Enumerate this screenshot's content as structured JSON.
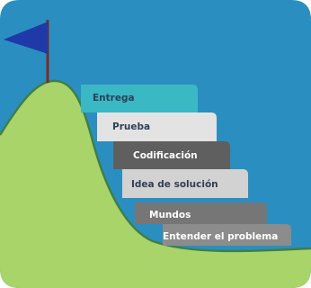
{
  "colors": {
    "sky": "#2a8fc0",
    "hill": "#a8d46a",
    "hill_outline": "#3f7f46",
    "flag": "#1f3aa8",
    "flag_pole": "#7a2b2b"
  },
  "steps": [
    {
      "label": "Entender el problema",
      "fill": "#8c8c8c",
      "text_color": "#ffffff"
    },
    {
      "label": "Mundos",
      "fill": "#767676",
      "text_color": "#ffffff"
    },
    {
      "label": "Idea de solución",
      "fill": "#d2d2d2",
      "text_color": "#2f3f56"
    },
    {
      "label": "Codificación",
      "fill": "#5f5f5f",
      "text_color": "#ffffff"
    },
    {
      "label": "Prueba",
      "fill": "#e3e3e3",
      "text_color": "#2f3f56"
    },
    {
      "label": "Entrega",
      "fill": "#3ab8c4",
      "text_color": "#2f3f56"
    }
  ]
}
